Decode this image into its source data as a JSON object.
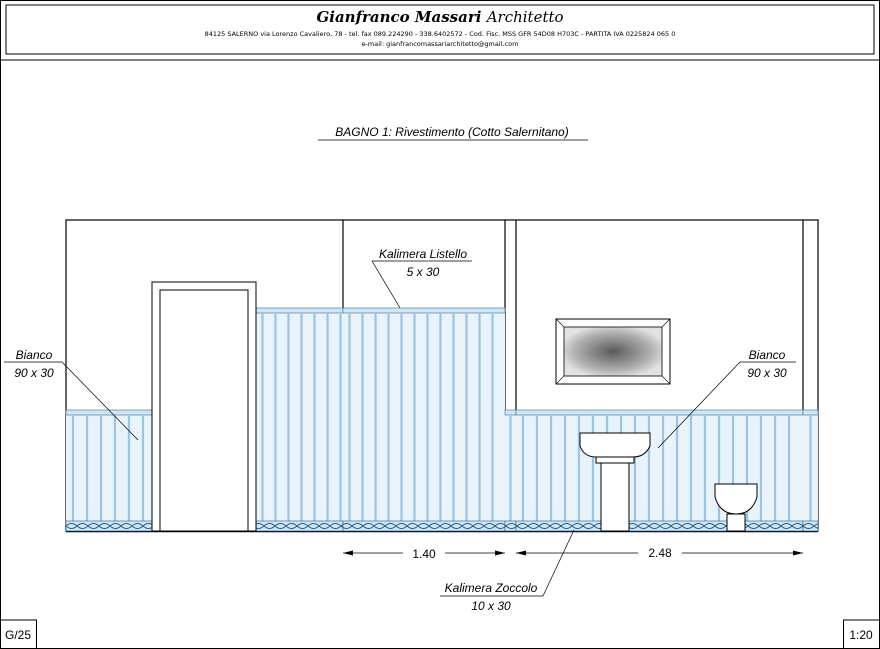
{
  "header": {
    "firm_name": "Gianfranco Massari",
    "firm_role": "Architetto",
    "address_line": "84125 SALERNO   via Lorenzo Cavaliero, 78  -  tel. fax 089.224290 - 338.6402572 -  Cod. Fisc. MSS GFR 54D08 H703C  -  PARTITA  IVA 0225824 065 0",
    "email_line": "e-mail: gianfrancomassariarchitetto@gmail.com"
  },
  "drawing": {
    "title": "BAGNO 1: Rivestimento (Cotto Salernitano)",
    "sheet_code": "G/25",
    "scale": "1:20",
    "labels": {
      "listello_name": "Kalimera Listello",
      "listello_size": "5 x 30",
      "bianco_left_name": "Bianco",
      "bianco_left_size": "90 x 30",
      "bianco_right_name": "Bianco",
      "bianco_right_size": "90 x 30",
      "zoccolo_name": "Kalimera Zoccolo",
      "zoccolo_size": "10 x 30"
    },
    "dimensions": {
      "dim_a": "1.40",
      "dim_b": "2.48"
    }
  },
  "colors": {
    "tile_blue": "#9cc4e4",
    "tile_fill": "#e8f3fb",
    "line": "#000000"
  }
}
